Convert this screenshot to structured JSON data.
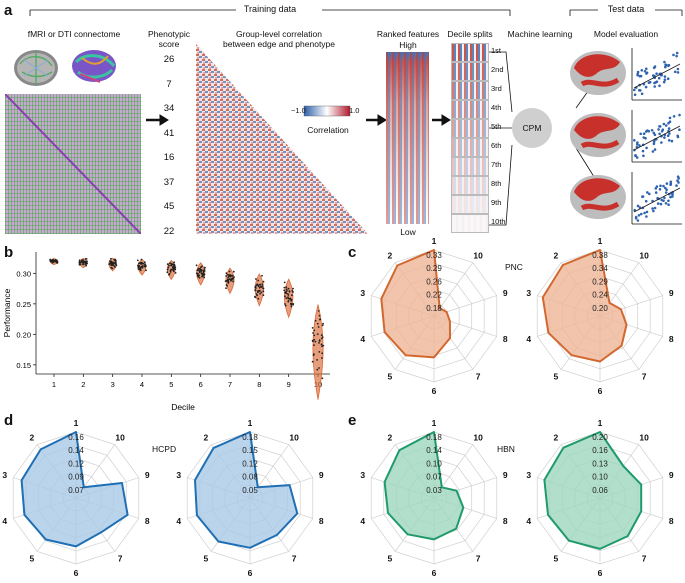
{
  "panel_a": {
    "letter": "a",
    "training_label": "Training data",
    "test_label": "Test data",
    "fmri_title": "fMRI or DTI connectome",
    "phenotype_title": "Phenotypic\nscore",
    "phenotype_scores": [
      "26",
      "7",
      "34",
      "41",
      "16",
      "37",
      "45",
      "22"
    ],
    "correlation_title": "Group-level correlation\nbetween edge and phenotype",
    "colorbar_min": "−1.0",
    "colorbar_max": "1.0",
    "colorbar_label": "Correlation",
    "ranked_title": "Ranked features",
    "ranked_high": "High",
    "ranked_low": "Low",
    "decile_title": "Decile splits",
    "deciles": [
      "1st",
      "2nd",
      "3rd",
      "4th",
      "5th",
      "6th",
      "7th",
      "8th",
      "9th",
      "10th"
    ],
    "ml_title": "Machine learning",
    "cpm_label": "CPM",
    "eval_title": "Model evaluation",
    "colors": {
      "brain_red": "#c8302c",
      "scatter_blue": "#2f63b0",
      "neg": "#3c6fb4",
      "pos": "#c0392b"
    }
  },
  "panel_b": {
    "letter": "b",
    "chart_data": {
      "type": "violin",
      "xlabel": "Decile",
      "ylabel": "Performance",
      "categories": [
        "1",
        "2",
        "3",
        "4",
        "5",
        "6",
        "7",
        "8",
        "9",
        "10"
      ],
      "medians": [
        0.32,
        0.318,
        0.316,
        0.312,
        0.308,
        0.302,
        0.291,
        0.277,
        0.264,
        0.183
      ],
      "spread": [
        0.002,
        0.003,
        0.004,
        0.005,
        0.006,
        0.007,
        0.008,
        0.01,
        0.012,
        0.03
      ],
      "yticks": [
        "0.30",
        "0.25",
        "0.20",
        "0.15"
      ],
      "ylim": [
        0.135,
        0.335
      ],
      "color": "#d96a35"
    }
  },
  "radar_panels": [
    {
      "letter": "c",
      "dataset": "PNC",
      "color": "#d2682f",
      "fill": "#efb597",
      "charts": [
        {
          "ticks": [
            "0.33",
            "0.29",
            "0.26",
            "0.22",
            "0.18"
          ],
          "values": [
            0.33,
            0.32,
            0.3,
            0.29,
            0.28,
            0.26,
            0.22,
            0.19,
            0.18,
            0.17
          ]
        },
        {
          "ticks": [
            "0.38",
            "0.34",
            "0.29",
            "0.24",
            "0.20"
          ],
          "values": [
            0.38,
            0.37,
            0.36,
            0.34,
            0.32,
            0.31,
            0.28,
            0.25,
            0.23,
            0.21
          ]
        }
      ]
    },
    {
      "letter": "d",
      "dataset": "HCPD",
      "color": "#1f6fb5",
      "fill": "#a9c9e7",
      "charts": [
        {
          "ticks": [
            "0.16",
            "0.14",
            "0.12",
            "0.09",
            "0.07"
          ],
          "values": [
            0.16,
            0.15,
            0.145,
            0.14,
            0.135,
            0.13,
            0.12,
            0.14,
            0.13,
            0.07
          ]
        },
        {
          "ticks": [
            "0.18",
            "0.15",
            "0.12",
            "0.08",
            "0.05"
          ],
          "values": [
            0.18,
            0.17,
            0.16,
            0.155,
            0.15,
            0.14,
            0.13,
            0.14,
            0.12,
            0.05
          ]
        }
      ]
    },
    {
      "letter": "e",
      "dataset": "HBN",
      "color": "#1f9a6c",
      "fill": "#9ed7be",
      "charts": [
        {
          "ticks": [
            "0.18",
            "0.14",
            "0.10",
            "0.07",
            "0.03"
          ],
          "values": [
            0.18,
            0.16,
            0.14,
            0.13,
            0.12,
            0.11,
            0.1,
            0.08,
            0.06,
            0.03
          ]
        },
        {
          "ticks": [
            "0.20",
            "0.16",
            "0.13",
            "0.10",
            "0.06"
          ],
          "values": [
            0.2,
            0.19,
            0.18,
            0.17,
            0.165,
            0.16,
            0.15,
            0.14,
            0.14,
            0.13
          ]
        }
      ]
    }
  ],
  "radar_axis_labels": [
    "1",
    "2",
    "3",
    "4",
    "5",
    "6",
    "7",
    "8",
    "9",
    "10"
  ]
}
